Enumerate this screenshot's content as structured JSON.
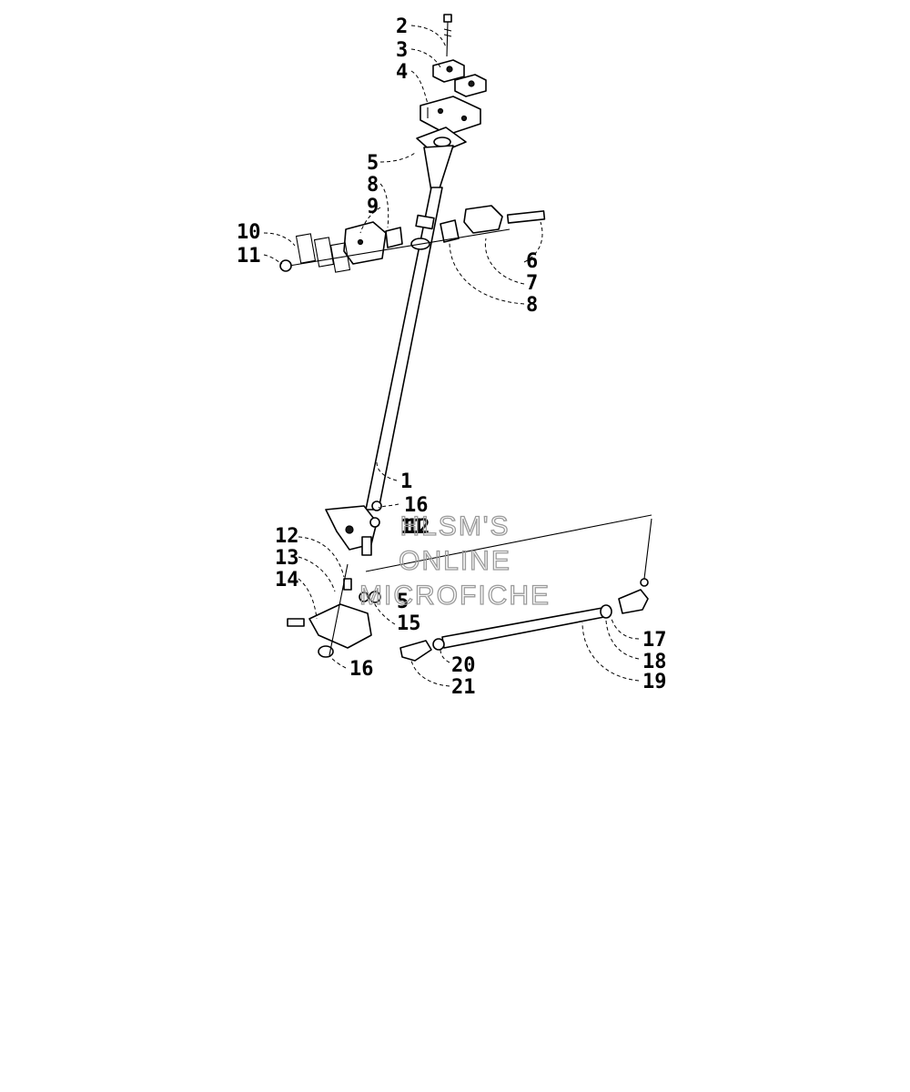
{
  "callouts": {
    "c2": "2",
    "c3": "3",
    "c4": "4",
    "c5a": "5",
    "c8a": "8",
    "c9": "9",
    "c10": "10",
    "c11": "11",
    "c6": "6",
    "c7": "7",
    "c8b": "8",
    "c1": "1",
    "c16a": "16",
    "c11b": "11",
    "c12a": "12",
    "c12b": "12",
    "c13": "13",
    "c14": "14",
    "c5b": "5",
    "c15": "15",
    "c16b": "16",
    "c17": "17",
    "c18": "18",
    "c19": "19",
    "c20": "20",
    "c21": "21"
  },
  "watermark": {
    "line1": "HLSM'S",
    "line2": "ONLINE",
    "line3": "MICROFICHE"
  }
}
